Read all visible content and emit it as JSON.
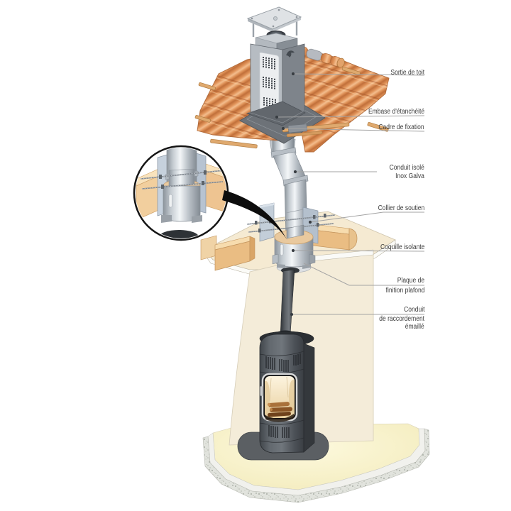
{
  "figure": {
    "background": "#FFFFFF"
  },
  "callouts": {
    "sortie_de_toit": {
      "lines": [
        "Sortie de toit"
      ]
    },
    "embase_etancheite": {
      "lines": [
        "Embase d'étanchéité"
      ]
    },
    "cadre_fixation": {
      "lines": [
        "Cadre de fixation"
      ]
    },
    "conduit_isole": {
      "lines": [
        "Conduit isolé",
        "Inox Galva"
      ]
    },
    "collier_soutien": {
      "lines": [
        "Collier de soutien"
      ]
    },
    "coquille_isolante": {
      "lines": [
        "Coquille isolante"
      ]
    },
    "plaque_finition": {
      "lines": [
        "Plaque de",
        "finition plafond"
      ]
    },
    "conduit_raccordement": {
      "lines": [
        "Conduit",
        "de raccordement",
        "émaillé"
      ]
    }
  },
  "colors": {
    "tile_orange": "#E09258",
    "ridge_gray": "#B6BAC0",
    "chimney_gray": "#7E848B",
    "chimney_light": "#B6BCC2",
    "pipe_silver": "#C9CFD5",
    "insulation_tan": "#E9C99E",
    "wood_joist": "#EABD83",
    "bracket_blue_gray": "#C3CED9",
    "stove_dark": "#4D5258",
    "enamel_pipe": "#44484C",
    "wall_beige": "#F4ECD9",
    "floor_cream": "#F8F1C8",
    "slab_granite": "#E1E3DD",
    "leader_line": "#A3A3A3",
    "label_text": "#3B3B3B",
    "detail_circle": "#141414"
  }
}
